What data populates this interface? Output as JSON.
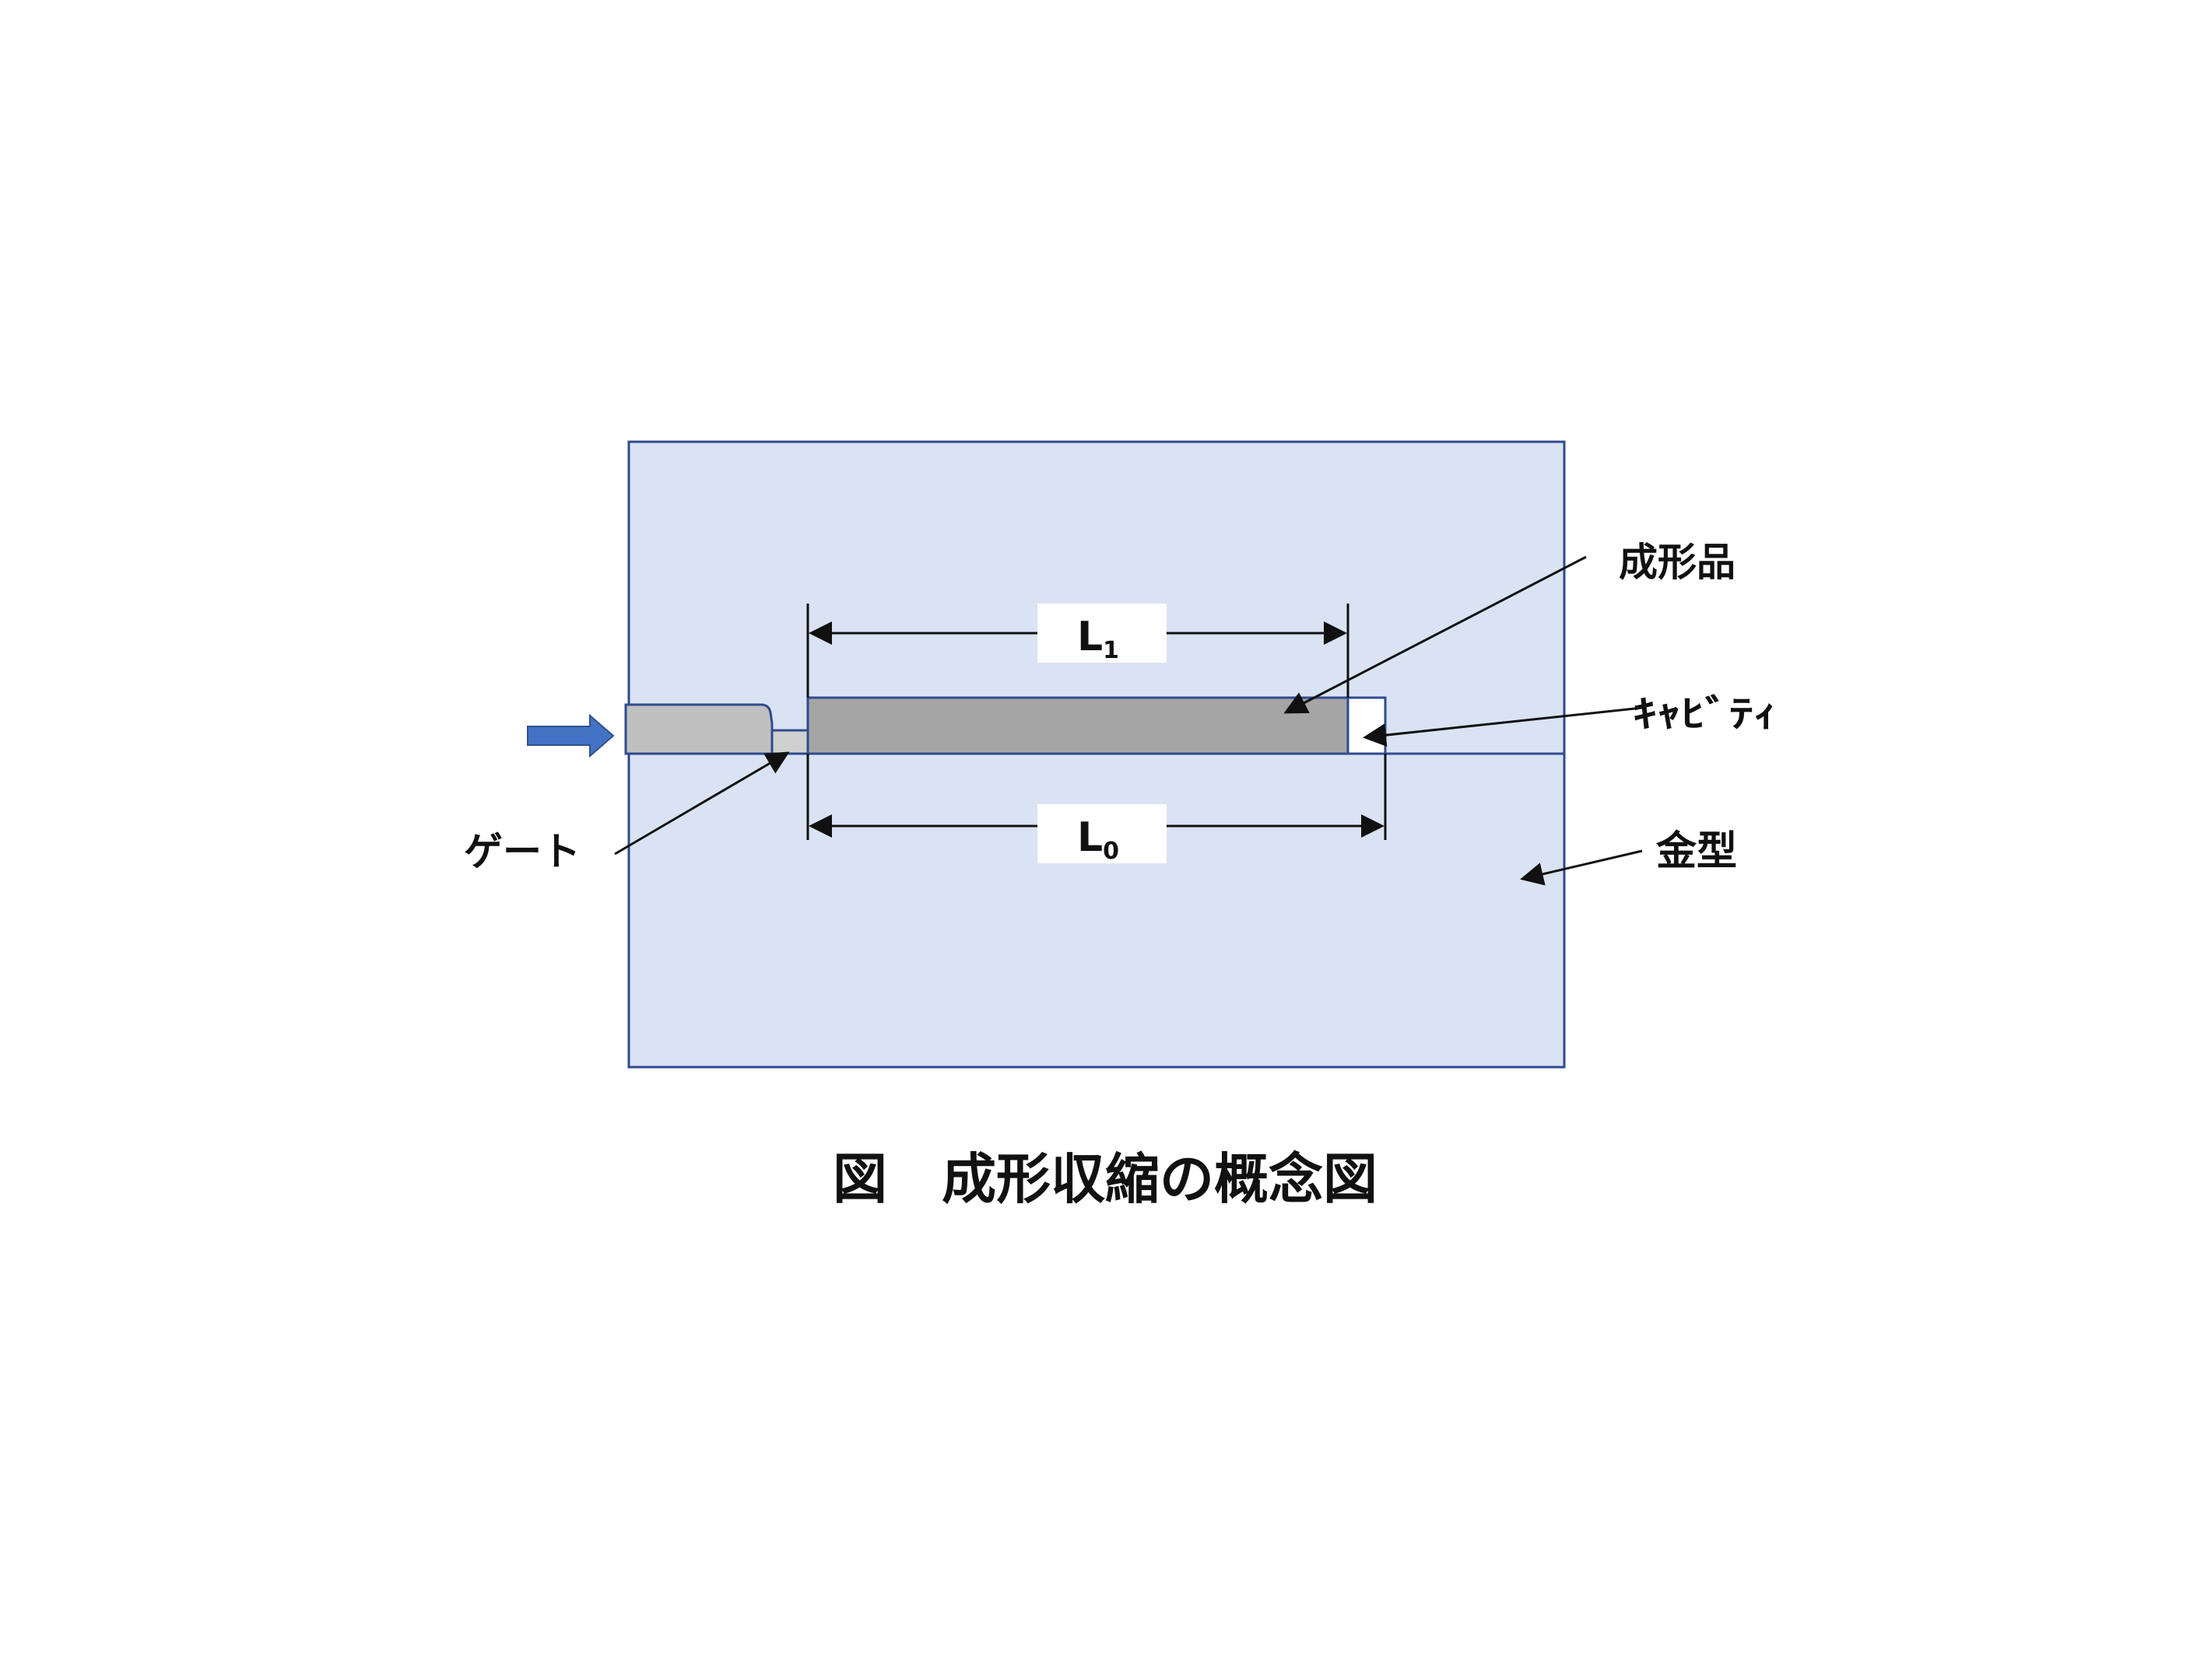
{
  "labels": {
    "molded_part": "成形品",
    "cavity": "ｷｬﾋﾞﾃｨ",
    "gate": "ゲート",
    "mold": "金型",
    "dim_l1_main": "L",
    "dim_l1_sub": "1",
    "dim_l0_main": "L",
    "dim_l0_sub": "0"
  },
  "caption": "図　成形収縮の概念図",
  "colors": {
    "mold_fill": "#dae3f3",
    "mold_stroke": "#2f4b8f",
    "runner_fill": "#c0c0c0",
    "part_fill": "#a5a5a5",
    "flow_arrow": "#4472c4"
  }
}
